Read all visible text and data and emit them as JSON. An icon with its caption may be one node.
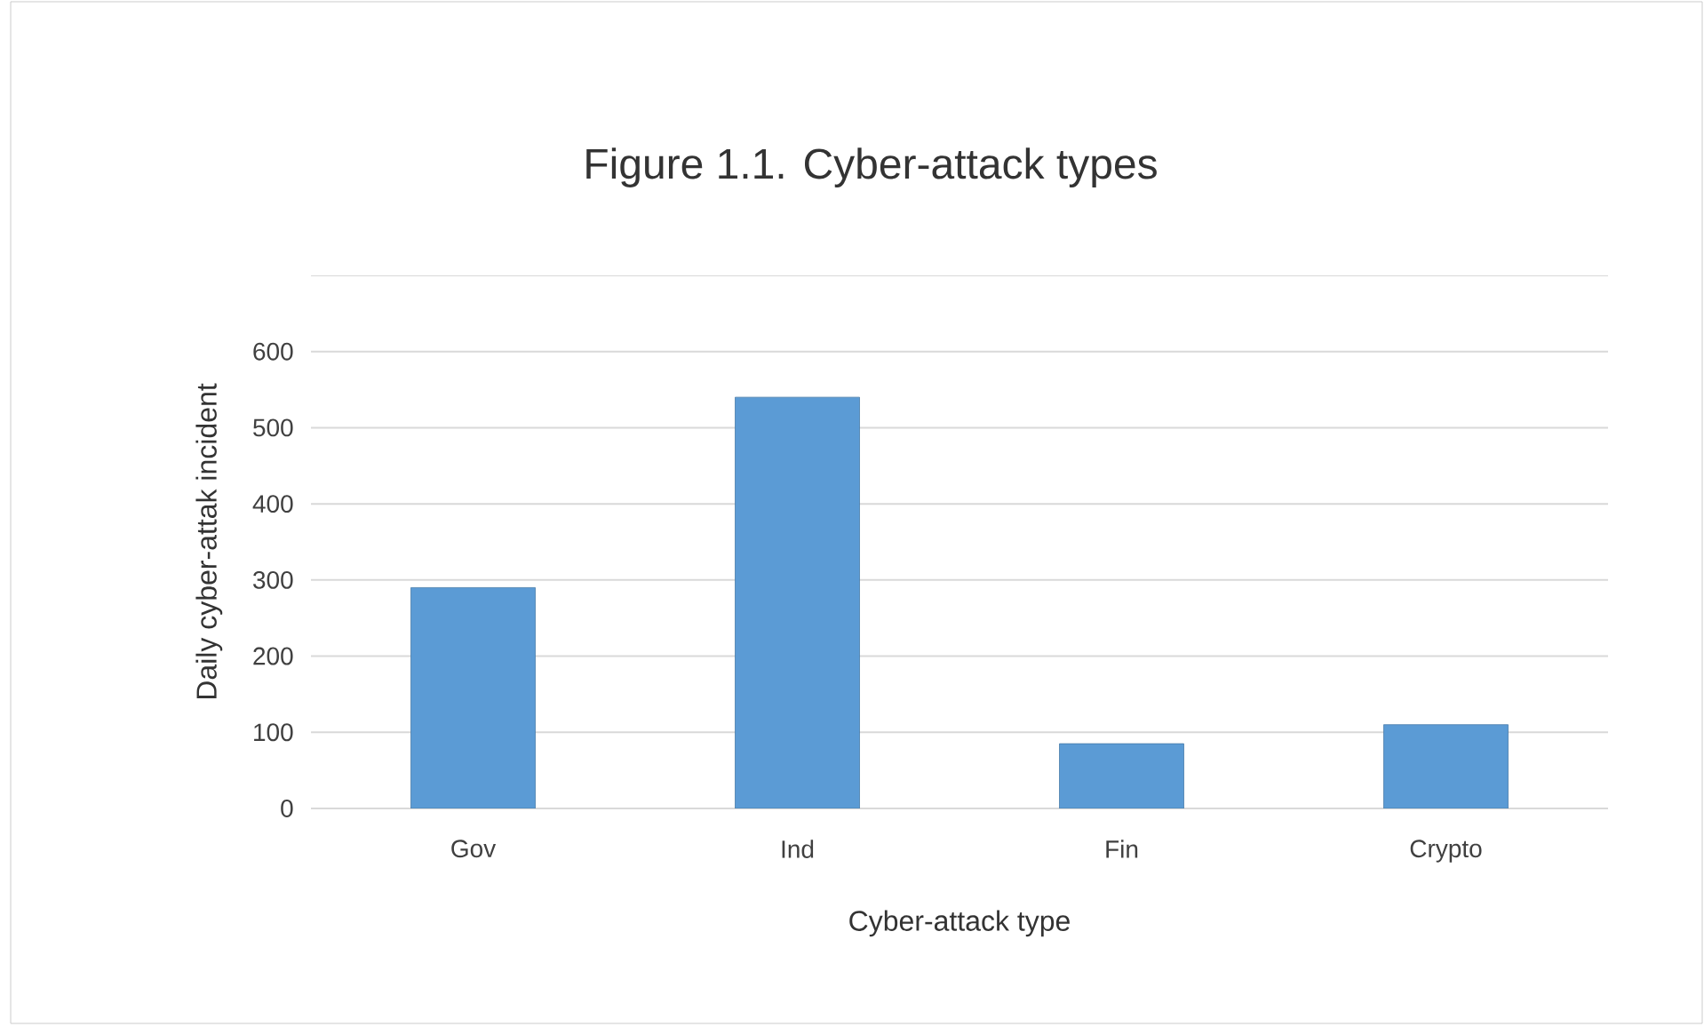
{
  "diagram": {
    "chart_data": {
      "type": "bar",
      "title": "Figure 1.1. Cyber-attack types",
      "xlabel": "Cyber-attack type",
      "ylabel": "Daily cyber-attak incident",
      "categories": [
        "Gov",
        "Ind",
        "Fin",
        "Crypto"
      ],
      "series": [
        {
          "color": "#5b9bd5",
          "values": [
            290,
            540,
            85,
            110
          ]
        }
      ],
      "ylim": [
        0,
        700
      ],
      "grid": "major",
      "yticks": [
        0,
        100,
        200,
        300,
        400,
        500,
        600
      ]
    }
  }
}
